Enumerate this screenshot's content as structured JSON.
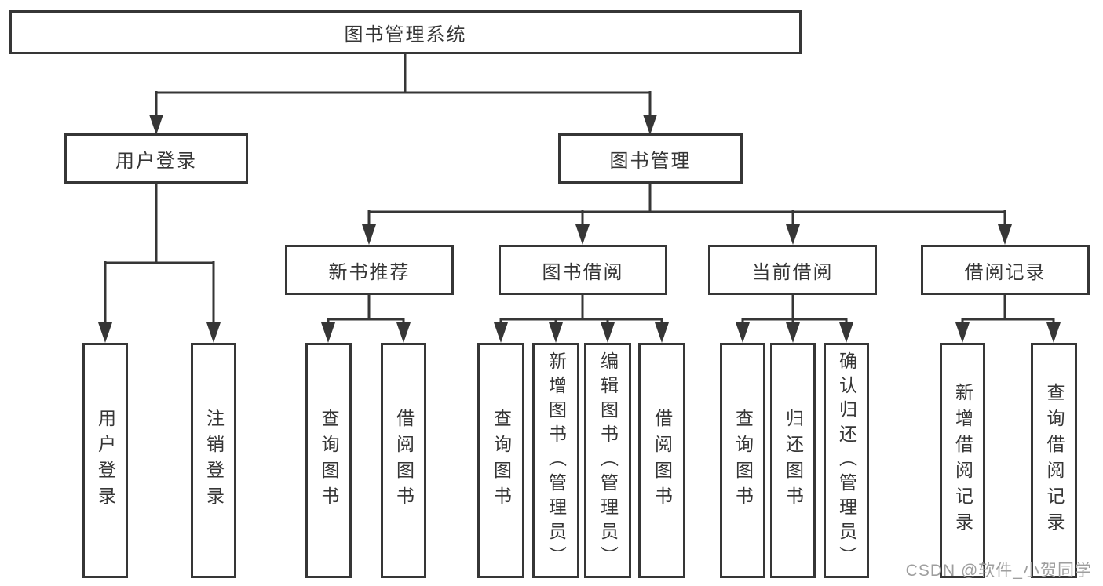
{
  "diagram": {
    "nodes": {
      "root": "图书管理系统",
      "level2": [
        "用户登录",
        "图书管理"
      ],
      "level3": [
        "新书推荐",
        "图书借阅",
        "当前借阅",
        "借阅记录"
      ],
      "user_login_children": [
        "用户登录",
        "注销登录"
      ],
      "new_book_children": [
        "查询图书",
        "借阅图书"
      ],
      "book_borrow_children": [
        "查询图书",
        "新增图书（管理员）",
        "编辑图书（管理员）",
        "借阅图书"
      ],
      "current_borrow_children": [
        "查询图书",
        "归还图书",
        "确认归还（管理员）"
      ],
      "borrow_record_children": [
        "新增借阅记录",
        "查询借阅记录"
      ]
    },
    "watermark": "CSDN @软件_小贺同学",
    "colors": {
      "line": "#363636",
      "box_border": "#363636",
      "box_fill": "#ffffff",
      "text": "#363636",
      "watermark": "#9e9e9e",
      "background": "#ffffff"
    }
  }
}
